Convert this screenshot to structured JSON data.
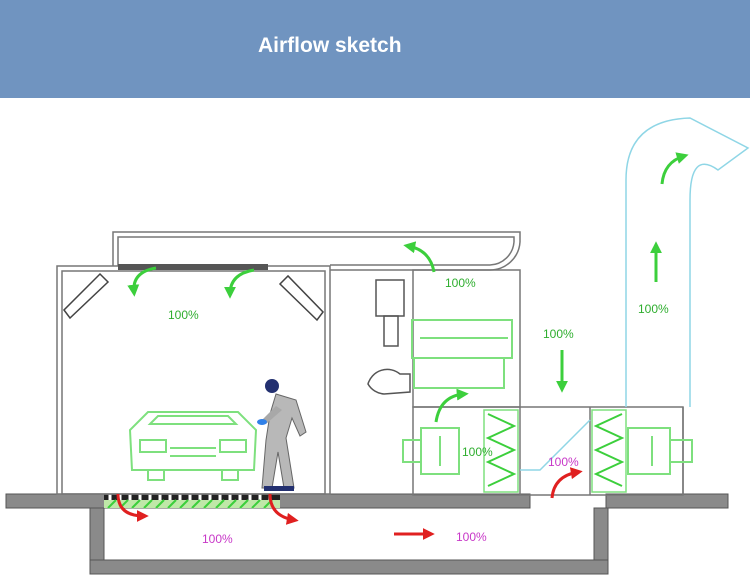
{
  "header": {
    "title": "Airflow sketch"
  },
  "labels": {
    "booth_supply": "100%",
    "roof_return": "100%",
    "exhaust_drop": "100%",
    "stack_up": "100%",
    "filter_module": "100%",
    "fan_plenum": "100%",
    "pit_left": "100%",
    "pit_right": "100%"
  },
  "colors": {
    "header_bg": "#7094c0",
    "supply_arrow": "#3ccf3c",
    "exhaust_arrow": "#e02020",
    "percent_green": "#2fae2f",
    "percent_magenta": "#c838c8",
    "duct_line": "#8fd6e6",
    "equipment": "#7ee07e",
    "structure": "#777777"
  },
  "icons": [
    "green-airflow-arrow",
    "red-airflow-arrow",
    "car-outline",
    "painter-figure",
    "exhaust-fan",
    "burner-unit",
    "filter-pack"
  ]
}
